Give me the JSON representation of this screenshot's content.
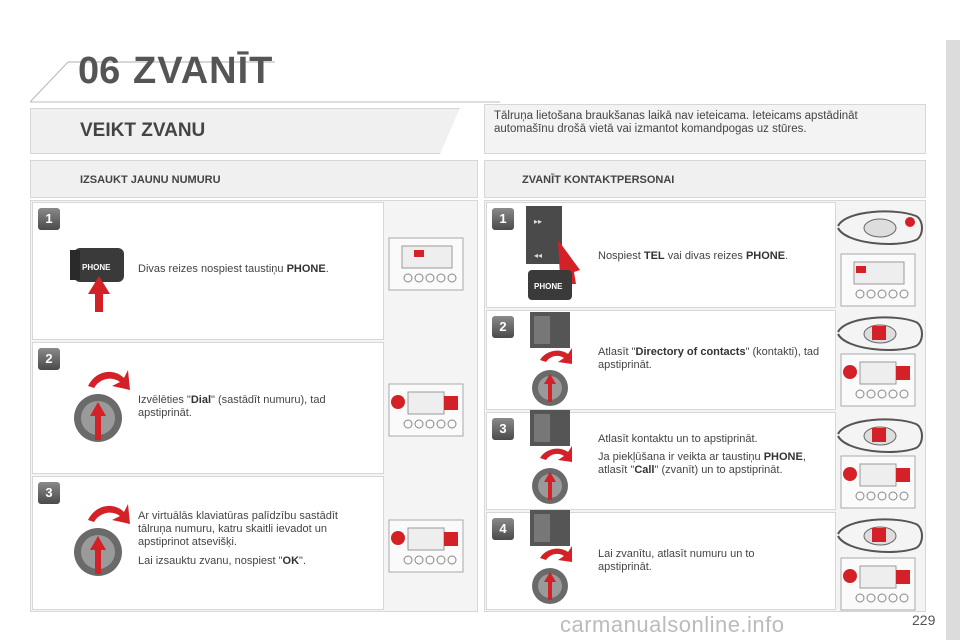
{
  "chapter": {
    "number": "06",
    "title": "ZVANĪT"
  },
  "left": {
    "section_title": "VEIKT ZVANU",
    "subsection_title": "IZSAUKT JAUNU NUMURU",
    "steps": [
      {
        "badge": "1",
        "text_pre": "Divas reizes nospiest taustiņu ",
        "text_bold": "PHONE",
        "text_post": ".",
        "button_label": "PHONE"
      },
      {
        "badge": "2",
        "text_pre": "Izvēlēties \"",
        "text_bold": "Dial",
        "text_post": "\" (sastādīt numuru), tad apstiprināt."
      },
      {
        "badge": "3",
        "para1": "Ar virtuālās klaviatūras palīdzību sastādīt tālruņa numuru, katru skaitli ievadot un apstiprinot atsevišķi.",
        "para2_pre": "Lai izsauktu zvanu, nospiest \"",
        "para2_bold": "OK",
        "para2_post": "\"."
      }
    ]
  },
  "right": {
    "warning": "Tālruņa lietošana braukšanas laikā nav ieteicama. Ieteicams apstādināt automašīnu drošā vietā vai izmantot komandpogas uz stūres.",
    "subsection_title": "ZVANĪT KONTAKTPERSONAI",
    "steps": [
      {
        "badge": "1",
        "text_pre": "Nospiest ",
        "text_bold1": "TEL",
        "text_mid": " vai divas reizes ",
        "text_bold2": "PHONE",
        "text_post": ".",
        "button_label": "PHONE"
      },
      {
        "badge": "2",
        "text_pre": "Atlasīt \"",
        "text_bold": "Directory of contacts",
        "text_post": "\" (kontakti), tad apstiprināt."
      },
      {
        "badge": "3",
        "para1": "Atlasīt kontaktu un to apstiprināt.",
        "para2_pre": "Ja piekļūšana ir veikta ar taustiņu ",
        "para2_bold1": "PHONE",
        "para2_mid": ", atlasīt \"",
        "para2_bold2": "Call",
        "para2_post": "\" (zvanīt) un to apstiprināt."
      },
      {
        "badge": "4",
        "text": "Lai zvanītu, atlasīt numuru un to apstiprināt."
      }
    ]
  },
  "page_number": "229",
  "watermark": "carmanualsonline.info",
  "colors": {
    "accent_red": "#d42027",
    "panel_grey": "#f0f0f0",
    "border_grey": "#d7d7d7"
  }
}
